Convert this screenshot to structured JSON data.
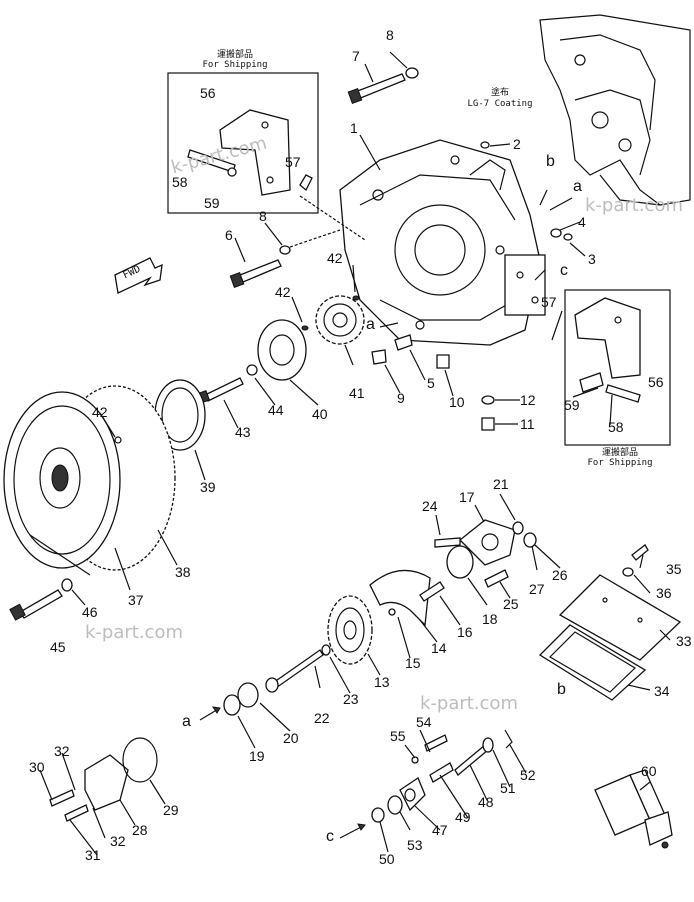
{
  "labels": {
    "n1": "1",
    "n2": "2",
    "n3": "3",
    "n4": "4",
    "n5": "5",
    "n6": "6",
    "n7": "7",
    "n8a": "8",
    "n8b": "8",
    "n9": "9",
    "n10": "10",
    "n11": "11",
    "n12": "12",
    "n13": "13",
    "n14": "14",
    "n15": "15",
    "n16": "16",
    "n17": "17",
    "n18": "18",
    "n19": "19",
    "n20": "20",
    "n21": "21",
    "n22": "22",
    "n23": "23",
    "n24": "24",
    "n25": "25",
    "n26": "26",
    "n27": "27",
    "n28": "28",
    "n29": "29",
    "n30": "30",
    "n31": "31",
    "n32a": "32",
    "n32b": "32",
    "n33": "33",
    "n34": "34",
    "n35": "35",
    "n36": "36",
    "n37": "37",
    "n38": "38",
    "n39": "39",
    "n40": "40",
    "n41": "41",
    "n42a": "42",
    "n42b": "42",
    "n42c": "42",
    "n43": "43",
    "n44": "44",
    "n45": "45",
    "n46": "46",
    "n47": "47",
    "n48": "48",
    "n49": "49",
    "n50": "50",
    "n51": "51",
    "n52": "52",
    "n53": "53",
    "n54": "54",
    "n55": "55",
    "n56a": "56",
    "n56b": "56",
    "n57a": "57",
    "n57b": "57",
    "n58a": "58",
    "n58b": "58",
    "n59a": "59",
    "n59b": "59",
    "n60": "60",
    "ra1": "a",
    "ra2": "a",
    "ra3": "a",
    "rb1": "b",
    "rb2": "b",
    "rc1": "c",
    "rc2": "c"
  },
  "notes": {
    "shipping_jp_1": "運搬部品",
    "shipping_en_1": "For Shipping",
    "shipping_jp_2": "運搬部品",
    "shipping_en_2": "For Shipping",
    "coating_jp": "塗布",
    "coating_en": "LG-7 Coating",
    "fwd": "FWD"
  },
  "watermarks": {
    "w1": "k-part.com",
    "w2": "k-part.com",
    "w3": "k-part.com",
    "w4": "k-part.com"
  }
}
